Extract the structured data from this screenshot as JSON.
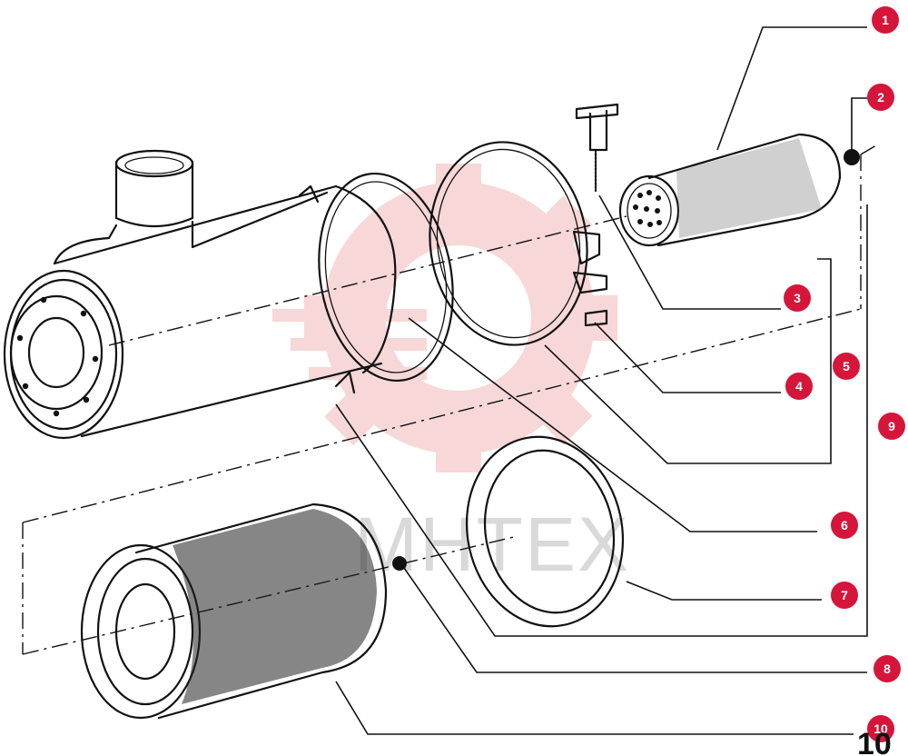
{
  "diagram": {
    "watermark": "МНТЕХ",
    "corner_number": "10",
    "callouts": [
      {
        "id": "1",
        "label": "1"
      },
      {
        "id": "2",
        "label": "2"
      },
      {
        "id": "3",
        "label": "3"
      },
      {
        "id": "4",
        "label": "4"
      },
      {
        "id": "5",
        "label": "5"
      },
      {
        "id": "6",
        "label": "6"
      },
      {
        "id": "7",
        "label": "7"
      },
      {
        "id": "8",
        "label": "8"
      },
      {
        "id": "9",
        "label": "9"
      },
      {
        "id": "10",
        "label": "10"
      }
    ],
    "colors": {
      "callout": "#d6153a",
      "ink": "#111111",
      "watermark": "#f2b8b8"
    }
  }
}
